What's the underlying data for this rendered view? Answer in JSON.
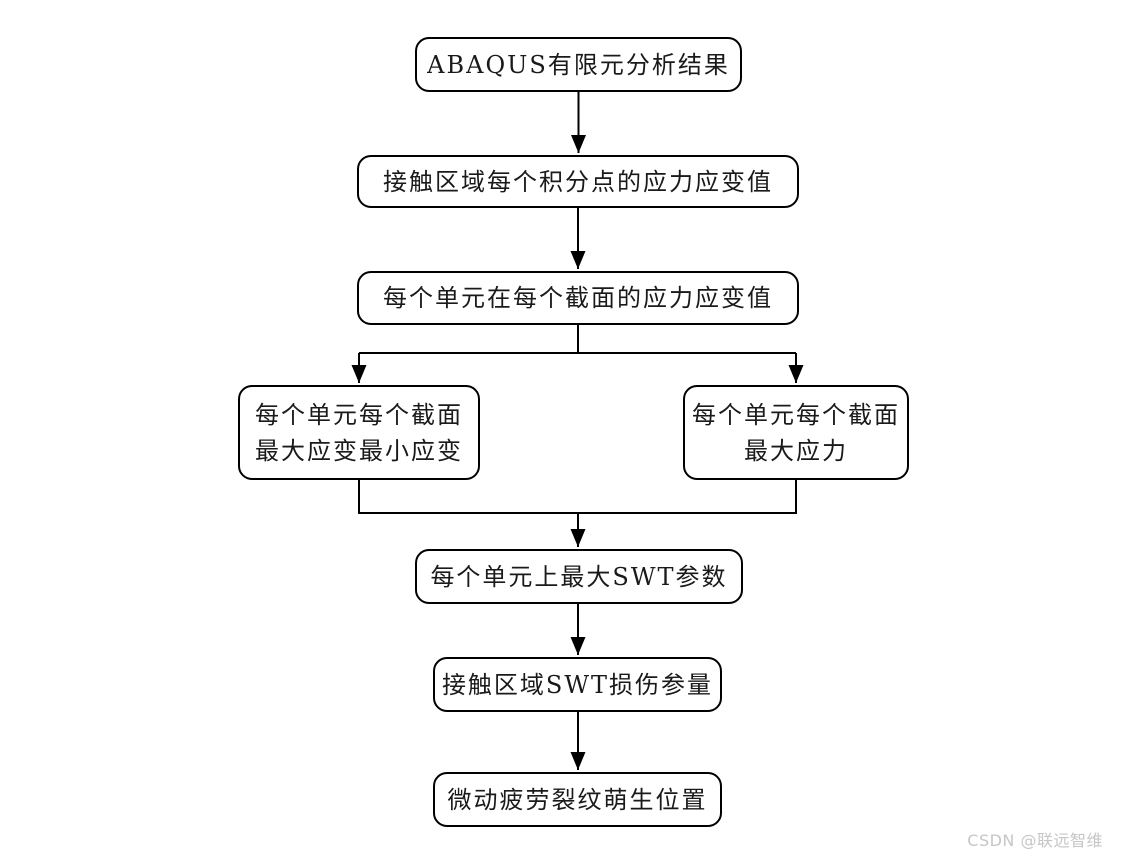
{
  "diagram": {
    "type": "flowchart",
    "nodes": [
      {
        "id": "abaqus-results",
        "label": "ABAQUS有限元分析结果"
      },
      {
        "id": "integration-point-values",
        "label": "接触区域每个积分点的应力应变值"
      },
      {
        "id": "section-values",
        "label": "每个单元在每个截面的应力应变值"
      },
      {
        "id": "max-min-strain",
        "label": "每个单元每个截面\n最大应变最小应变"
      },
      {
        "id": "max-stress",
        "label": "每个单元每个截面\n最大应力"
      },
      {
        "id": "max-swt-parameter",
        "label": "每个单元上最大SWT参数"
      },
      {
        "id": "swt-damage-parameter",
        "label": "接触区域SWT损伤参量"
      },
      {
        "id": "crack-initiation-location",
        "label": "微动疲劳裂纹萌生位置"
      }
    ],
    "edges": [
      {
        "from": "abaqus-results",
        "to": "integration-point-values"
      },
      {
        "from": "integration-point-values",
        "to": "section-values"
      },
      {
        "from": "section-values",
        "to": "max-min-strain"
      },
      {
        "from": "section-values",
        "to": "max-stress"
      },
      {
        "from": "max-min-strain",
        "to": "max-swt-parameter"
      },
      {
        "from": "max-stress",
        "to": "max-swt-parameter"
      },
      {
        "from": "max-swt-parameter",
        "to": "swt-damage-parameter"
      },
      {
        "from": "swt-damage-parameter",
        "to": "crack-initiation-location"
      }
    ],
    "colors": {
      "line": "#000000",
      "box_border": "#000000",
      "box_fill": "#ffffff",
      "background": "#ffffff"
    }
  },
  "watermark": {
    "text": "CSDN @联远智维",
    "color": "#c6c6c6"
  }
}
